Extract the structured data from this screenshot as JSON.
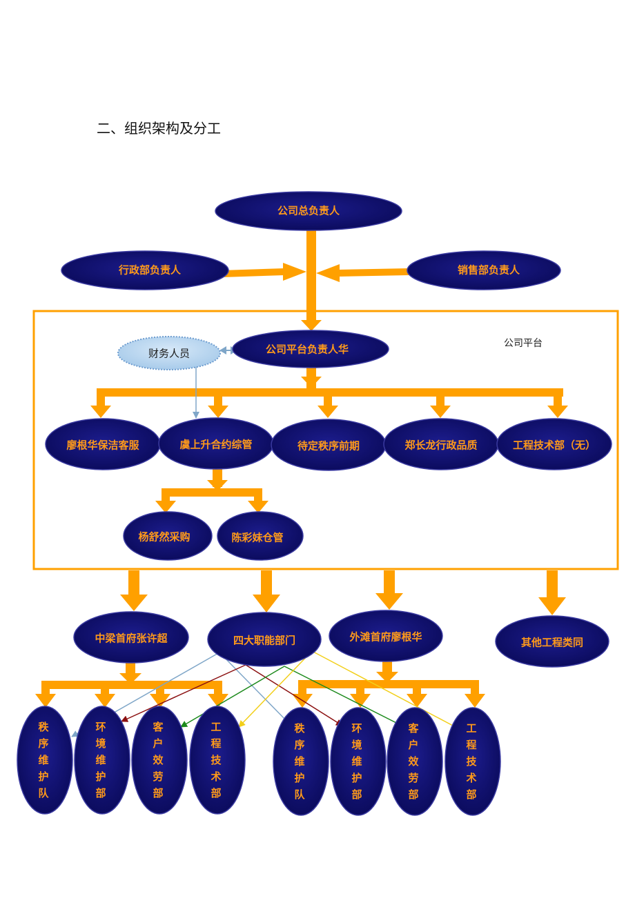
{
  "heading": "二、组织架构及分工",
  "platform_label": "公司平台",
  "nodes": {
    "ceo": "公司总负责人",
    "admin_head": "行政部负责人",
    "sales_head": "销售部负责人",
    "platform_head": "公司平台负责人华",
    "finance": "财务人员",
    "cleaning": "廖根华保洁客服",
    "contract": "虞上升合约综管",
    "order_pending": "待定秩序前期",
    "admin_quality": "郑长龙行政品质",
    "engineering": "工程技术部（无）",
    "purchase": "杨舒然采购",
    "warehouse": "陈彩妹仓管",
    "zhongliang": "中梁首府张许超",
    "four_depts": "四大职能部门",
    "waitan": "外滩首府廖根华",
    "other": "其他工程类同"
  },
  "left_group": [
    "秩序维护队",
    "环境维护部",
    "客户效劳部",
    "工程技术部"
  ],
  "right_group": [
    "秩序维护队",
    "环境维护部",
    "客户效劳部",
    "工程技术部"
  ],
  "colors": {
    "node_fill": "#10106e",
    "node_edge": "#3a3aa0",
    "label": "#ff9a1a",
    "arrow": "#ffa000",
    "finance_fill": "#bcd8f0",
    "finance_edge": "#6d9ccf"
  }
}
